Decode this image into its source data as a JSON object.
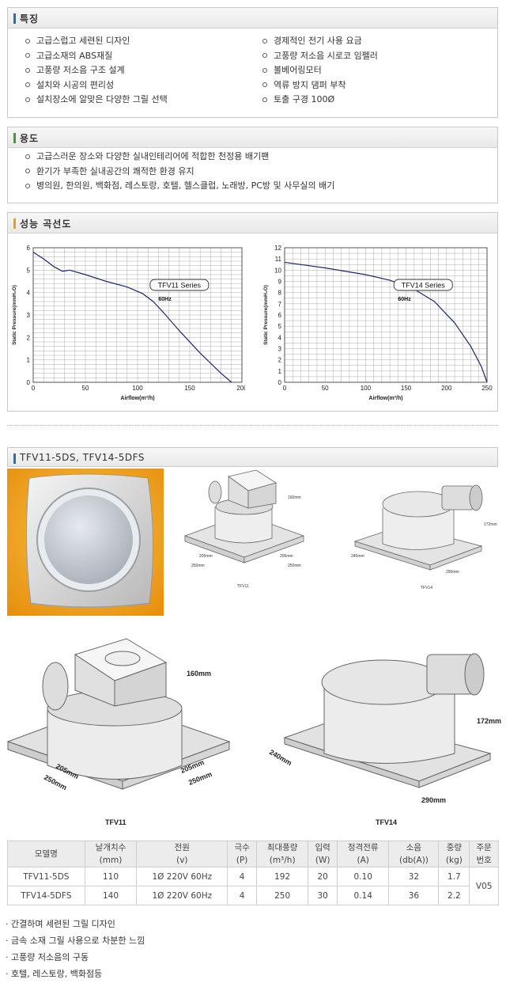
{
  "features": {
    "title": "특징",
    "left": [
      "고급스럽고 세련된 디자인",
      "고급소재의 ABS재질",
      "고풍량 저소음 구조 설계",
      "설치와 시공의 편리성",
      "설치장소에 알맞은 다양한 그릴 선택"
    ],
    "right": [
      "경제적인 전기 사용 요금",
      "고풍량 저소음 시로코 임펠러",
      "볼베어링모터",
      "역류 방지 댐퍼 부착",
      "토출 구경 100Ø"
    ]
  },
  "usage": {
    "title": "용도",
    "items": [
      "고급스러운 장소와 다양한 실내인테리어에 적합한 천정용 배기팬",
      "환기가 부족한 실내공간의 쾌적한 환경 유지",
      "병의원, 한의원, 백화점, 레스토랑, 호텔, 헬스클럽, 노래방, PC방 및 사무실의 배기"
    ]
  },
  "performance": {
    "title": "성능 곡선도"
  },
  "chart_data": [
    {
      "type": "line",
      "series": [
        {
          "name": "TFV11 Series",
          "x": [
            0,
            10,
            20,
            28,
            35,
            50,
            70,
            90,
            105,
            115,
            125,
            140,
            160,
            180,
            190
          ],
          "values": [
            5.8,
            5.5,
            5.15,
            4.95,
            5.0,
            4.8,
            4.5,
            4.25,
            3.95,
            3.6,
            3.1,
            2.3,
            1.3,
            0.4,
            0
          ]
        }
      ],
      "freq_label": "60Hz",
      "xlabel": "Airflow(m³/h)",
      "ylabel": "Static Pressure(mmH₂O)",
      "xlim": [
        0,
        200
      ],
      "ylim": [
        0,
        6
      ],
      "xticks": [
        0,
        50,
        100,
        150,
        200
      ],
      "yticks": [
        0,
        1,
        2,
        3,
        4,
        5,
        6
      ],
      "grid": true
    },
    {
      "type": "line",
      "series": [
        {
          "name": "TFV14 Series",
          "x": [
            0,
            50,
            100,
            130,
            160,
            185,
            210,
            230,
            243,
            250
          ],
          "values": [
            10.7,
            10.2,
            9.6,
            9.1,
            8.3,
            7.2,
            5.3,
            3.2,
            1.4,
            0
          ]
        }
      ],
      "freq_label": "60Hz",
      "xlabel": "Airflow(m³/h)",
      "ylabel": "Static Pressure(mmH₂O)",
      "xlim": [
        0,
        250
      ],
      "ylim": [
        0,
        12
      ],
      "xticks": [
        0,
        50,
        100,
        150,
        200,
        250
      ],
      "yticks": [
        0,
        1,
        2,
        3,
        4,
        5,
        6,
        7,
        8,
        9,
        10,
        11,
        12
      ],
      "grid": true
    }
  ],
  "product": {
    "title": "TFV11-5DS, TFV14-5DFS",
    "small": {
      "tfv11": {
        "label": "TFV11",
        "d1": "205mm",
        "d2": "250mm",
        "d3": "205mm",
        "d4": "250mm",
        "h": "160mm"
      },
      "tfv14": {
        "label": "TFV14",
        "d1": "240mm",
        "d2": "290mm",
        "h": "172mm"
      }
    },
    "large": {
      "tfv11": {
        "label": "TFV11",
        "d1": "205mm",
        "d2": "250mm",
        "d3": "205mm",
        "d4": "250mm",
        "h": "160mm"
      },
      "tfv14": {
        "label": "TFV14",
        "d1": "240mm",
        "d2": "290mm",
        "h": "172mm"
      }
    }
  },
  "spec": {
    "headers": [
      [
        "모델명",
        ""
      ],
      [
        "날개치수",
        "(mm)"
      ],
      [
        "전원",
        "(v)"
      ],
      [
        "극수",
        "(P)"
      ],
      [
        "최대풍량",
        "(m³/h)"
      ],
      [
        "입력",
        "(W)"
      ],
      [
        "정격전류",
        "(A)"
      ],
      [
        "소음",
        "(db(A))"
      ],
      [
        "중량",
        "(kg)"
      ],
      [
        "주문",
        "번호"
      ]
    ],
    "rows": [
      [
        "TFV11-5DS",
        "110",
        "1Ø 220V 60Hz",
        "4",
        "192",
        "20",
        "0.10",
        "32",
        "1.7"
      ],
      [
        "TFV14-5DFS",
        "140",
        "1Ø 220V 60Hz",
        "4",
        "250",
        "30",
        "0.14",
        "36",
        "2.2"
      ]
    ],
    "order": "V05"
  },
  "notes": [
    "· 간결하며 세련된 그릴 디자인",
    "· 금속 소재 그릴 사용으로 차분한 느낌",
    "· 고풍량 저소음의 구동",
    "· 호텔, 레스토랑, 백화점등"
  ],
  "colors": {
    "feat": "#2b6fb0",
    "usage": "#3f9a3a",
    "perf": "#e0a020",
    "prod": "#2b6fb0",
    "curve": "#1b2a6b"
  }
}
